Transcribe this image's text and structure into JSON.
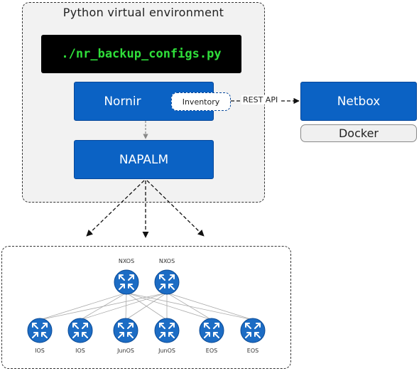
{
  "env": {
    "title": "Python virtual environment"
  },
  "command": "./nr_backup_configs.py",
  "nornir": {
    "label": "Nornir"
  },
  "inventory": {
    "label": "Inventory"
  },
  "napalm": {
    "label": "NAPALM"
  },
  "rest_api": {
    "label": "REST API"
  },
  "netbox": {
    "label": "Netbox"
  },
  "docker": {
    "label": "Docker"
  },
  "colors": {
    "box_blue": "#0b62c4",
    "terminal_green": "#2fdf3a",
    "router_blue": "#1c6cc4"
  },
  "devices": {
    "spines": [
      {
        "label": "NXOS",
        "icon": "router-icon"
      },
      {
        "label": "NXOS",
        "icon": "router-icon"
      }
    ],
    "leaves": [
      {
        "label": "IOS",
        "icon": "router-icon"
      },
      {
        "label": "IOS",
        "icon": "router-icon"
      },
      {
        "label": "JunOS",
        "icon": "router-icon"
      },
      {
        "label": "JunOS",
        "icon": "router-icon"
      },
      {
        "label": "EOS",
        "icon": "router-icon"
      },
      {
        "label": "EOS",
        "icon": "router-icon"
      }
    ]
  }
}
